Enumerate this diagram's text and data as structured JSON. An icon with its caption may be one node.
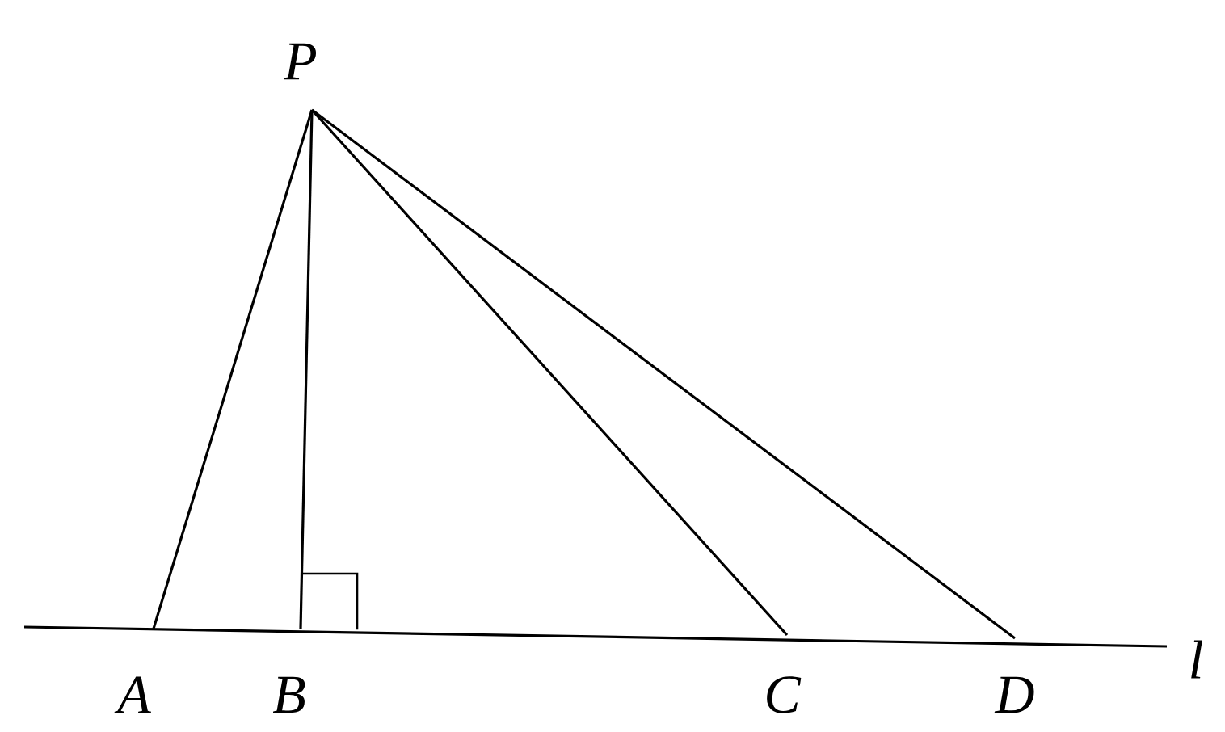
{
  "diagram": {
    "nodes": [
      {
        "text": [
          "P"
        ]
      },
      {
        "text": [
          "A"
        ]
      },
      {
        "text": [
          "B"
        ]
      },
      {
        "text": [
          "C"
        ]
      },
      {
        "text": [
          "D"
        ]
      }
    ],
    "edges": [
      {
        "from": 0,
        "to": 1,
        "arrow": "none"
      },
      {
        "from": 0,
        "to": 2,
        "arrow": "none"
      },
      {
        "from": 0,
        "to": 3,
        "arrow": "none"
      },
      {
        "from": 0,
        "to": 4,
        "arrow": "none"
      }
    ],
    "labels": [
      "l"
    ]
  }
}
